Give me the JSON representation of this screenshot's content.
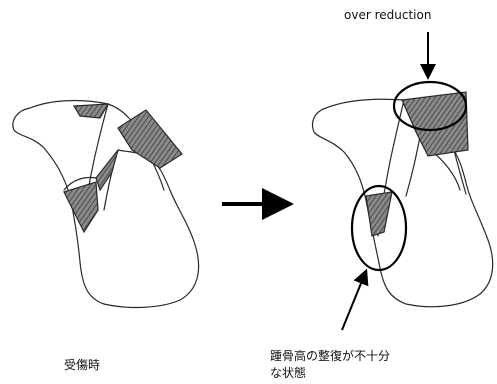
{
  "labels": {
    "over_reduction": "over reduction",
    "at_injury": "受傷時",
    "note_line1": "踵骨高の整復が不十分",
    "note_line2": "な状態"
  },
  "colors": {
    "outline": "#2a2a2a",
    "fragment_fill": "#6e6e6e",
    "arrow": "#000000",
    "background": "#ffffff"
  }
}
